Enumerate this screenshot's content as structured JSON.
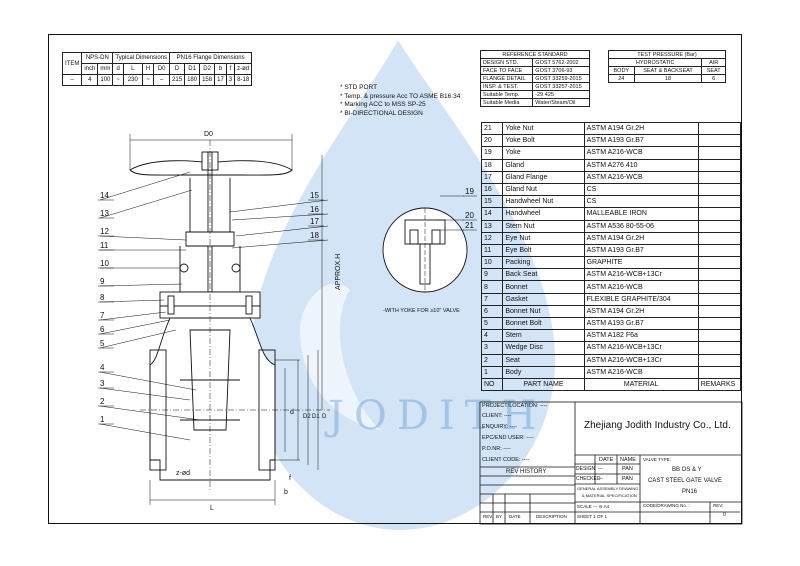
{
  "dimension_table": {
    "headers": [
      "ITEM",
      "NPS-DN",
      "Typical Dimensions",
      "PN16 Flange Dimensions"
    ],
    "subheaders": [
      "inch",
      "mm",
      "d",
      "L",
      "H",
      "D0",
      "D",
      "D1",
      "D2",
      "b",
      "f",
      "z-ød"
    ],
    "row": [
      "–",
      "4",
      "100",
      "~",
      "230",
      "~",
      "–",
      "215",
      "180",
      "158",
      "17",
      "3",
      "8-18"
    ]
  },
  "notes": [
    "STD PORT",
    "Temp. & pressure Acc TO ASME B16.34",
    "Marking ACC to MSS SP-25",
    "BI-DIRECTIONAL DESIGN"
  ],
  "reference_standard": {
    "title": "REFERENCE STANDARD",
    "rows": [
      [
        "DESIGN STD.",
        "GOST 5762-2002"
      ],
      [
        "FACE TO FACE",
        "GOST 3706-93"
      ],
      [
        "FLANGE DETAIL",
        "GOST 33259-2015"
      ],
      [
        "INSP. & TEST.",
        "GOST 33257-2015"
      ],
      [
        "Suitable Temp.",
        "-29   425"
      ],
      [
        "Suitable Media",
        "Water/Steam/Oil"
      ]
    ]
  },
  "test_pressure": {
    "title": "TEST PRESSURE (Bar)",
    "header": [
      "HYDROSTATIC",
      "AIR"
    ],
    "subheader": [
      "BODY",
      "SEAT & BACKSEAT",
      "SEAT"
    ],
    "values": [
      "24",
      "18",
      "6"
    ]
  },
  "parts": [
    {
      "no": "21",
      "name": "Yoke Nut",
      "material": "ASTM A194 Gr.2H"
    },
    {
      "no": "20",
      "name": "Yoke Bolt",
      "material": "ASTM A193 Gr.B7"
    },
    {
      "no": "19",
      "name": "Yoke",
      "material": "ASTM A216-WCB"
    },
    {
      "no": "18",
      "name": "Gland",
      "material": "ASTM A276 410"
    },
    {
      "no": "17",
      "name": "Gland Flange",
      "material": "ASTM A216-WCB"
    },
    {
      "no": "16",
      "name": "Gland Nut",
      "material": "CS"
    },
    {
      "no": "15",
      "name": "Handwheel Nut",
      "material": "CS"
    },
    {
      "no": "14",
      "name": "Handwheel",
      "material": "MALLEABLE IRON"
    },
    {
      "no": "13",
      "name": "Stem Nut",
      "material": "ASTM A536 80-55-06"
    },
    {
      "no": "12",
      "name": "Eye Nut",
      "material": "ASTM A194 Gr.2H"
    },
    {
      "no": "11",
      "name": "Eye Bolt",
      "material": "ASTM A193 Gr.B7"
    },
    {
      "no": "10",
      "name": "Packing",
      "material": "GRAPHITE"
    },
    {
      "no": "9",
      "name": "Back Seat",
      "material": "ASTM A216-WCB+13Cr"
    },
    {
      "no": "8",
      "name": "Bonnet",
      "material": "ASTM A216-WCB"
    },
    {
      "no": "7",
      "name": "Gasket",
      "material": "FLEXIBLE GRAPHITE/304"
    },
    {
      "no": "6",
      "name": "Bonnet Nut",
      "material": "ASTM A194 Gr.2H"
    },
    {
      "no": "5",
      "name": "Bonnet Bolt",
      "material": "ASTM A193 Gr.B7"
    },
    {
      "no": "4",
      "name": "Stem",
      "material": "ASTM A182 F6a"
    },
    {
      "no": "3",
      "name": "Wedge Disc",
      "material": "ASTM A216-WCB+13Cr"
    },
    {
      "no": "2",
      "name": "Seat",
      "material": "ASTM A216-WCB+13Cr"
    },
    {
      "no": "1",
      "name": "Body",
      "material": "ASTM A216-WCB"
    }
  ],
  "parts_header": {
    "no": "NO",
    "name": "PART NAME",
    "material": "MATERIAL",
    "remarks": "REMARKS"
  },
  "company": "Zhejiang Jodith Industry Co., Ltd.",
  "watermark": "JODITH",
  "drawing_labels": {
    "d0": "D0",
    "approx_h": "APPROX.H",
    "l": "L",
    "zd": "z-ød",
    "f": "f",
    "b": "b",
    "d": "d",
    "d2": "D2",
    "d1": "D1",
    "d_outer": "D",
    "yoke_note": "-WITH YOKE FOR ≥10\" VALVE",
    "left_callouts": [
      "14",
      "13",
      "12",
      "11",
      "10",
      "9",
      "8",
      "7",
      "6",
      "5",
      "4",
      "3",
      "2",
      "1"
    ],
    "right_callouts": [
      "15",
      "16",
      "17",
      "18"
    ],
    "detail_callouts": [
      "19",
      "20",
      "21"
    ]
  },
  "title_block": {
    "project": "PROJECT/LOCATION:",
    "client": "CLIENT:",
    "enquiry": "ENQUIRY:",
    "epc": "EPC/END USER:",
    "po": "P.O.NR:",
    "client_code": "CLIENT CODE:",
    "blank": "----",
    "rev_history": "REV HISTORY",
    "rev": "REV.",
    "by": "BY",
    "date": "DATE",
    "description": "DESCRIPTION",
    "date_col": "DATE",
    "name_col": "NAME",
    "design": "DESIGN",
    "checked": "CHECKED",
    "design_name": "PAN",
    "checked_name": "PAN",
    "dashes": "---",
    "general": "GENERAL ASSEMBLY DRAWING",
    "spec": "& MATERIAL SPECIFICATION",
    "scale": "SCALE",
    "sheet": "SHEET",
    "of": "OF",
    "a4": "A4",
    "one": "1",
    "zero": "0",
    "valve_type": "VALVE TYPE:",
    "valve_line1": "BB OS & Y",
    "valve_line2": "CAST STEEL GATE VALVE",
    "valve_line3": "PN16",
    "code_drawing": "CODE/DRAWING No. :",
    "rev_label": "REV:"
  }
}
